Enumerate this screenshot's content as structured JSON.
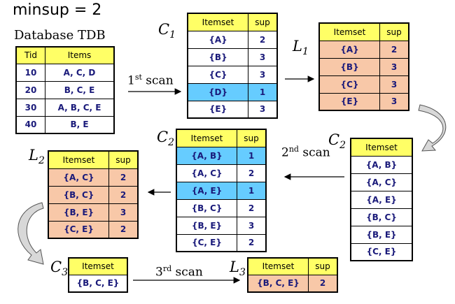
{
  "minsup": "minsup = 2",
  "database_title": "Database TDB",
  "tdb": {
    "headers": [
      "Tid",
      "Items"
    ],
    "rows": [
      [
        "10",
        "A, C, D"
      ],
      [
        "20",
        "B, C, E"
      ],
      [
        "30",
        "A, B, C, E"
      ],
      [
        "40",
        "B, E"
      ]
    ]
  },
  "labels": {
    "C": "C",
    "L": "L",
    "sub1": "1",
    "sub2": "2",
    "sub3": "3"
  },
  "scans": {
    "s1": {
      "num": "1",
      "sup": "st",
      "word": " scan"
    },
    "s2": {
      "num": "2",
      "sup": "nd",
      "word": " scan"
    },
    "s3": {
      "num": "3",
      "sup": "rd",
      "word": " scan"
    }
  },
  "c1": {
    "headers": [
      "Itemset",
      "sup"
    ],
    "rows": [
      [
        "{A}",
        "2"
      ],
      [
        "{B}",
        "3"
      ],
      [
        "{C}",
        "3"
      ],
      [
        "{D}",
        "1"
      ],
      [
        "{E}",
        "3"
      ]
    ]
  },
  "l1": {
    "headers": [
      "Itemset",
      "sup"
    ],
    "rows": [
      [
        "{A}",
        "2"
      ],
      [
        "{B}",
        "3"
      ],
      [
        "{C}",
        "3"
      ],
      [
        "{E}",
        "3"
      ]
    ]
  },
  "c2_candidates": {
    "headers": [
      "Itemset"
    ],
    "rows": [
      "{A, B}",
      "{A, C}",
      "{A, E}",
      "{B, C}",
      "{B, E}",
      "{C, E}"
    ]
  },
  "c2_counted": {
    "headers": [
      "Itemset",
      "sup"
    ],
    "rows": [
      [
        "{A, B}",
        "1"
      ],
      [
        "{A, C}",
        "2"
      ],
      [
        "{A, E}",
        "1"
      ],
      [
        "{B, C}",
        "2"
      ],
      [
        "{B, E}",
        "3"
      ],
      [
        "{C, E}",
        "2"
      ]
    ]
  },
  "l2": {
    "headers": [
      "Itemset",
      "sup"
    ],
    "rows": [
      [
        "{A, C}",
        "2"
      ],
      [
        "{B, C}",
        "2"
      ],
      [
        "{B, E}",
        "3"
      ],
      [
        "{C, E}",
        "2"
      ]
    ]
  },
  "c3": {
    "headers": [
      "Itemset"
    ],
    "rows": [
      "{B, C, E}"
    ]
  },
  "l3": {
    "headers": [
      "Itemset",
      "sup"
    ],
    "rows": [
      [
        "{B, C, E}",
        "2"
      ]
    ]
  },
  "colors": {
    "header": "#ffff66",
    "highlight": "#66ccff",
    "frequent": "#f8c8a8",
    "item_text": "#1a1a7a"
  }
}
